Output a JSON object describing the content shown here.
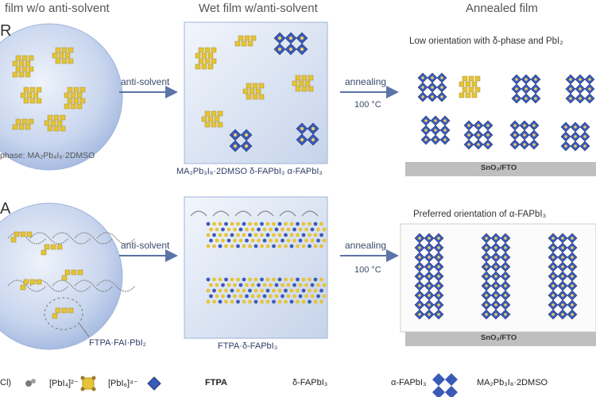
{
  "headers": {
    "col1": "film w/o anti-solvent",
    "col2": "Wet film w/anti-solvent",
    "col3": "Annealed film"
  },
  "row1": {
    "letter": "R",
    "phase_note": "phase: MA₂Pb₄I₉·2DMSO",
    "arrow1_label": "anti-solvent",
    "arrow2_label": "annealing",
    "temperature": "100 °C",
    "wet_caption": "MA₂Pb₃I₈·2DMSO δ-FAPbI₃ α-FAPbI₃",
    "annealed_note": "Low orientation with δ-phase and PbI₂",
    "substrate": "SnO₂/FTO"
  },
  "row2": {
    "letter": "A",
    "drop_caption": "FTPA·FAI·PbI₂",
    "arrow1_label": "anti-solvent",
    "arrow2_label": "annealing",
    "temperature": "100 °C",
    "wet_caption": "FTPA·δ-FAPbI₃",
    "annealed_note": "Preferred orientation of α-FAPbI₃",
    "substrate": "SnO₂/FTO"
  },
  "legend": {
    "item1": "Cl)",
    "item2": "[PbI₄]²⁻",
    "item3": "[PbI₆]⁴⁻",
    "item4": "FTPA",
    "item5": "δ-FAPbI₃",
    "item6": "α-FAPbI₃",
    "item7": "MA₂Pb₃I₈·2DMSO"
  },
  "colors": {
    "arrow": "#5b74a8",
    "row1_letter": "#4a78c8",
    "row2_letter": "#e0507a",
    "row1_note": "#4aa0dc",
    "row2_note": "#e8507a",
    "octahedron": "#3a5ab8",
    "yellow_unit": "#e6c437",
    "substrate": "#bfbfbf"
  }
}
